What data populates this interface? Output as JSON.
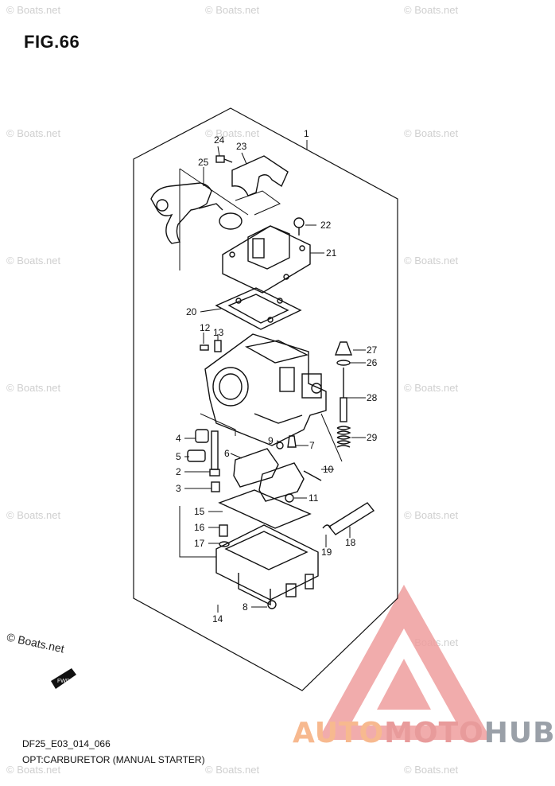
{
  "figure": {
    "title": "FIG.66",
    "code": "DF25_E03_014_066",
    "caption": "OPT:CARBURETOR (MANUAL STARTER)"
  },
  "watermark": {
    "text": "© Boats.net"
  },
  "fwd_label": "FWD",
  "brand": {
    "part1": "AUTO",
    "part2": "MOTO",
    "part3": "HUB",
    "color_warm": "#f7b98f",
    "color_red": "#e89b9b",
    "color_grey": "#9aa0a8"
  },
  "callouts": [
    "1",
    "2",
    "3",
    "4",
    "5",
    "6",
    "7",
    "8",
    "9",
    "10",
    "11",
    "12",
    "13",
    "14",
    "15",
    "16",
    "17",
    "18",
    "19",
    "20",
    "21",
    "22",
    "23",
    "24",
    "25",
    "26",
    "27",
    "28",
    "29"
  ]
}
